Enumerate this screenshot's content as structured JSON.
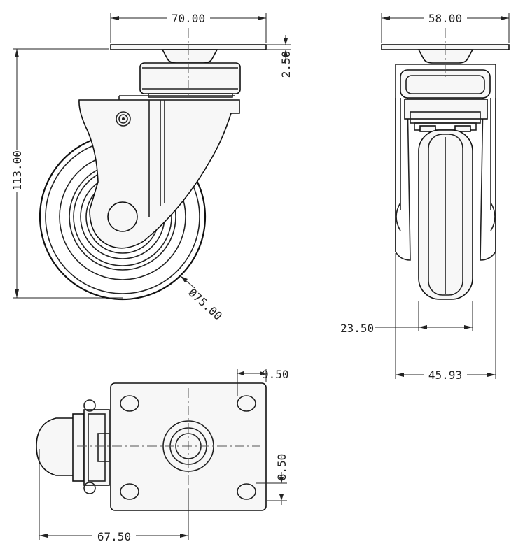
{
  "drawing": {
    "stroke_color": "#222222",
    "background": "#ffffff",
    "dimensions": {
      "top_plate_width": "70.00",
      "side_plate_width": "58.00",
      "plate_thickness": "2.50",
      "overall_height": "113.00",
      "wheel_diameter": "Ø75.00",
      "wheel_width": "23.50",
      "bracket_width": "45.93",
      "hole_offset_x": "9.50",
      "hole_offset_y": "8.50",
      "swivel_offset": "67.50"
    }
  }
}
